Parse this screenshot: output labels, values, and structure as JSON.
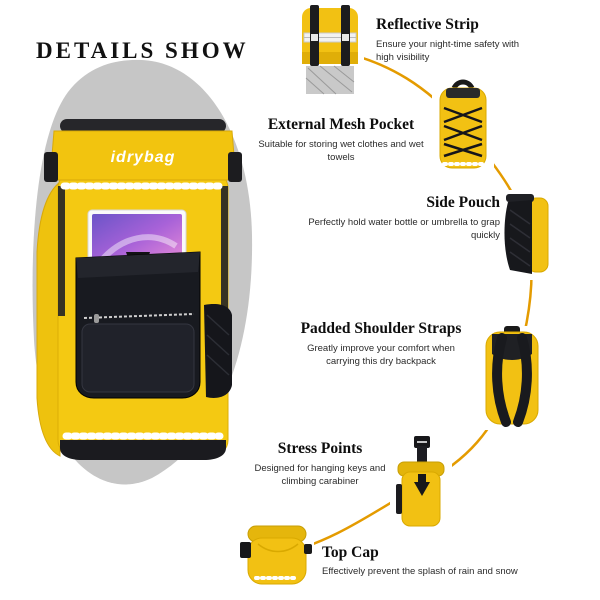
{
  "page": {
    "title": "DETAILS SHOW"
  },
  "product": {
    "logo": "idrybag"
  },
  "features": [
    {
      "id": "reflective-strip",
      "title": "Reflective Strip",
      "desc": "Ensure your night-time safety with high visibility"
    },
    {
      "id": "external-mesh-pocket",
      "title": "External Mesh Pocket",
      "desc": "Suitable for storing wet clothes and wet towels"
    },
    {
      "id": "side-pouch",
      "title": "Side Pouch",
      "desc": "Perfectly hold water bottle or umbrella to grap quickly"
    },
    {
      "id": "padded-shoulder-straps",
      "title": "Padded Shoulder Straps",
      "desc": "Greatly improve your comfort when carrying this dry backpack"
    },
    {
      "id": "stress-points",
      "title": "Stress Points",
      "desc": "Designed for hanging keys and climbing carabiner"
    },
    {
      "id": "top-cap",
      "title": "Top Cap",
      "desc": "Effectively prevent the splash of rain and snow"
    }
  ],
  "colors": {
    "accent_yellow": "#F2C40F",
    "connector_orange": "#E49B00",
    "background_gray": "#C6C6C6",
    "dark": "#1B1B1F"
  }
}
